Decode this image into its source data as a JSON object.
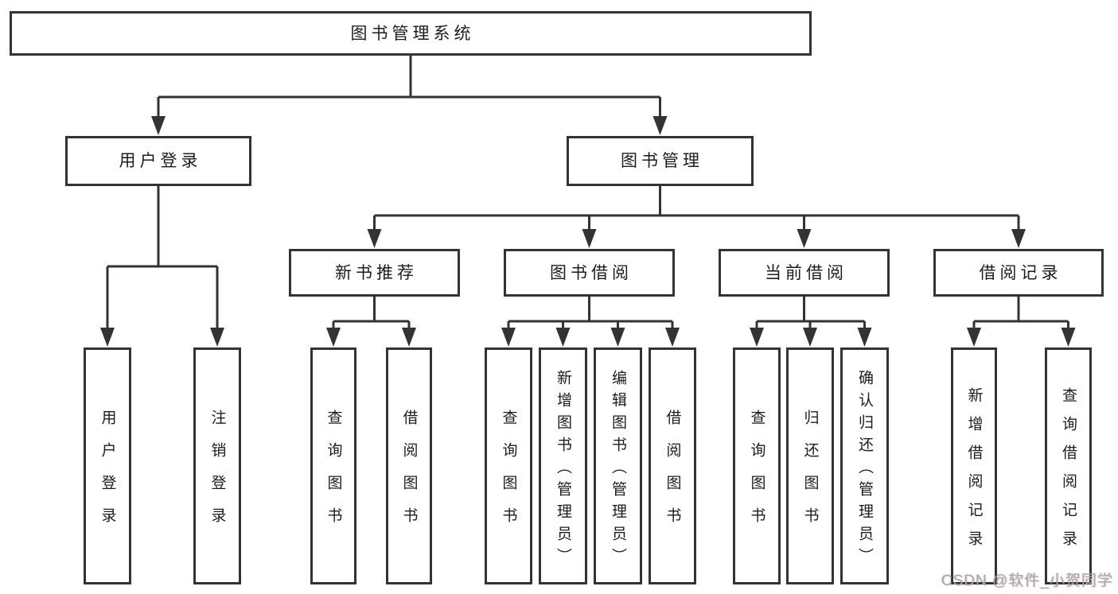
{
  "colors": {
    "line": "#333333",
    "text": "#1c1c1c",
    "background": "#ffffff",
    "watermark": "#ababab"
  },
  "diagram": {
    "root": {
      "label": "图书管理系统"
    },
    "branches": [
      {
        "label": "用户登录",
        "children": [
          {
            "label": "用户登录"
          },
          {
            "label": "注销登录"
          }
        ]
      },
      {
        "label": "图书管理",
        "children": [
          {
            "label": "新书推荐",
            "children": [
              {
                "label": "查询图书"
              },
              {
                "label": "借阅图书"
              }
            ]
          },
          {
            "label": "图书借阅",
            "children": [
              {
                "label": "查询图书"
              },
              {
                "label": "新增图书（管理员）"
              },
              {
                "label": "编辑图书（管理员）"
              },
              {
                "label": "借阅图书"
              }
            ]
          },
          {
            "label": "当前借阅",
            "children": [
              {
                "label": "查询图书"
              },
              {
                "label": "归还图书"
              },
              {
                "label": "确认归还（管理员）"
              }
            ]
          },
          {
            "label": "借阅记录",
            "children": [
              {
                "label": "新增借阅记录"
              },
              {
                "label": "查询借阅记录"
              }
            ]
          }
        ]
      }
    ]
  },
  "watermark": {
    "text": "CSDN @软件_小贺同学"
  }
}
